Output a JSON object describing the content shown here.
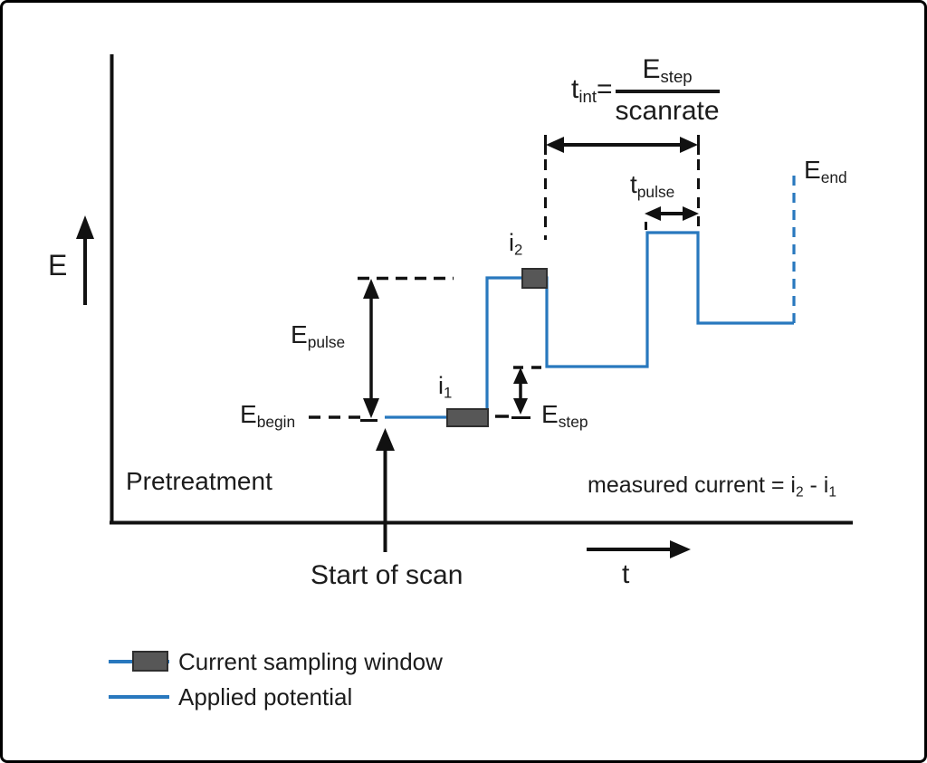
{
  "colors": {
    "applied_potential_blue": "#2878BE",
    "sampling_window_gray": "#575757",
    "ink_black": "#1A1A1A"
  },
  "axis": {
    "y_label": "E",
    "x_label": "t"
  },
  "formula": {
    "lhs_base": "t",
    "lhs_sub": "int",
    "equals": "=",
    "num_base": "E",
    "num_sub": "step",
    "denominator": "scanrate"
  },
  "labels": {
    "t_pulse_base": "t",
    "t_pulse_sub": "pulse",
    "e_end_base": "E",
    "e_end_sub": "end",
    "e_pulse_base": "E",
    "e_pulse_sub": "pulse",
    "e_begin_base": "E",
    "e_begin_sub": "begin",
    "e_step_base": "E",
    "e_step_sub": "step",
    "i1_base": "i",
    "i1_sub": "1",
    "i2_base": "i",
    "i2_sub": "2",
    "pretreatment": "Pretreatment",
    "start_of_scan": "Start of scan"
  },
  "measured_current": {
    "prefix": "measured current = i",
    "sub_a": "2",
    "infix": " - i",
    "sub_b": "1"
  },
  "legend": {
    "sampling_window": "Current sampling window",
    "applied_potential": "Applied potential"
  }
}
